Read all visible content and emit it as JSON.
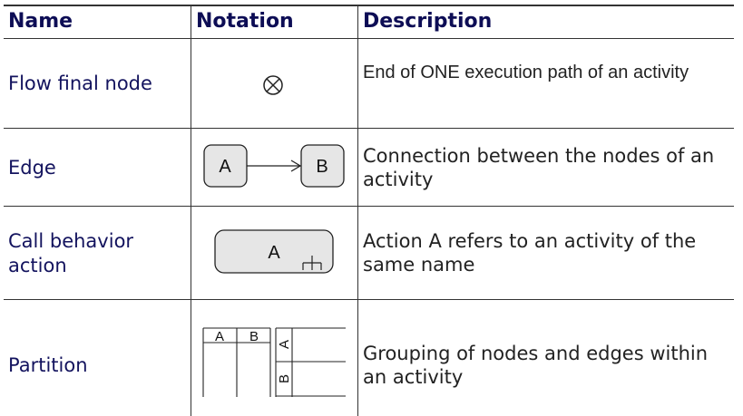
{
  "headers": {
    "name": "Name",
    "notation": "Notation",
    "description": "Description"
  },
  "rows": [
    {
      "name": "Flow final node",
      "notation_icon": "flow-final-node-symbol",
      "description": "End of ONE execution path of an activity"
    },
    {
      "name": "Edge",
      "notation_icon": "edge-symbol",
      "notation_labels": [
        "A",
        "B"
      ],
      "description": "Connection between the nodes of an activity"
    },
    {
      "name": "Call behavior action",
      "notation_icon": "call-behavior-action-symbol",
      "notation_labels": [
        "A"
      ],
      "description": "Action A refers to an activity of the same name"
    },
    {
      "name": "Partition",
      "notation_icon": "partition-symbol",
      "notation_labels": [
        "A",
        "B",
        "A",
        "B"
      ],
      "description": "Grouping of nodes and edges within an activity"
    }
  ],
  "colors": {
    "header_text": "#0d0d55",
    "name_text": "#13135e",
    "node_fill": "#e6e6e6",
    "rule": "#333333"
  }
}
